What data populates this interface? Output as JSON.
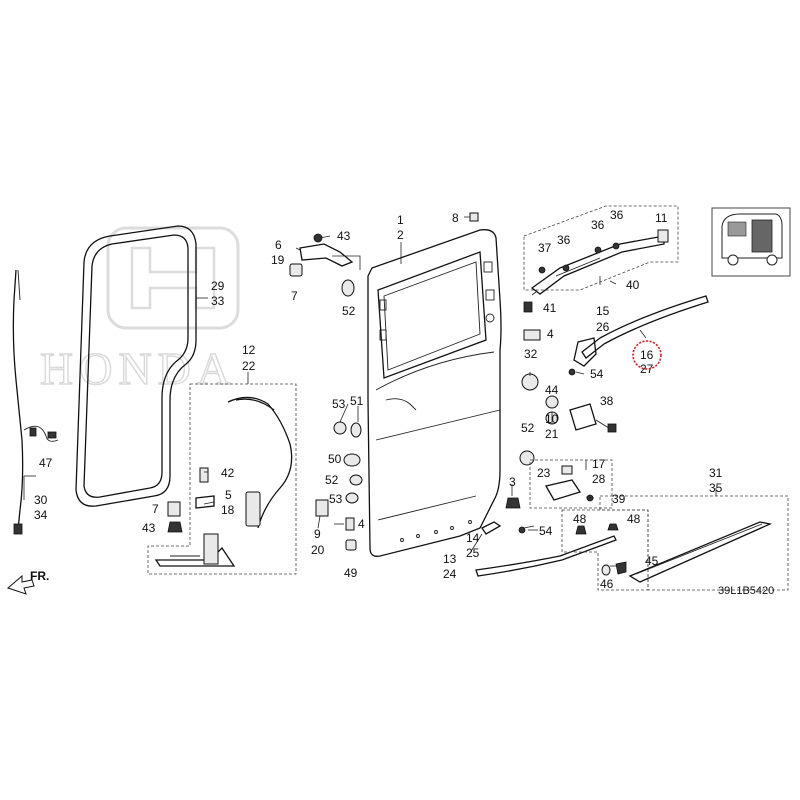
{
  "watermark": {
    "brand": "HONDA"
  },
  "direction_label": "FR.",
  "diagram_code": "39L1B5420",
  "highlighted_callout": "16",
  "callouts": {
    "c1": "1",
    "c2": "2",
    "c3": "3",
    "c4a": "4",
    "c4b": "4",
    "c5": "5",
    "c6": "6",
    "c7a": "7",
    "c7b": "7",
    "c8": "8",
    "c9": "9",
    "c10": "10",
    "c11": "11",
    "c12": "12",
    "c13": "13",
    "c14": "14",
    "c15": "15",
    "c16": "16",
    "c17": "17",
    "c18": "18",
    "c19": "19",
    "c20": "20",
    "c21": "21",
    "c22": "22",
    "c23": "23",
    "c24": "24",
    "c25": "25",
    "c26": "26",
    "c27": "27",
    "c28": "28",
    "c29": "29",
    "c30": "30",
    "c31": "31",
    "c32": "32",
    "c33": "33",
    "c34": "34",
    "c35": "35",
    "c36a": "36",
    "c36b": "36",
    "c36c": "36",
    "c37": "37",
    "c38": "38",
    "c39": "39",
    "c40": "40",
    "c41": "41",
    "c42": "42",
    "c43a": "43",
    "c43b": "43",
    "c44": "44",
    "c45": "45",
    "c46": "46",
    "c47": "47",
    "c48a": "48",
    "c48b": "48",
    "c49": "49",
    "c50": "50",
    "c51": "51",
    "c52a": "52",
    "c52b": "52",
    "c52c": "52",
    "c53a": "53",
    "c53b": "53",
    "c54a": "54",
    "c54b": "54"
  }
}
